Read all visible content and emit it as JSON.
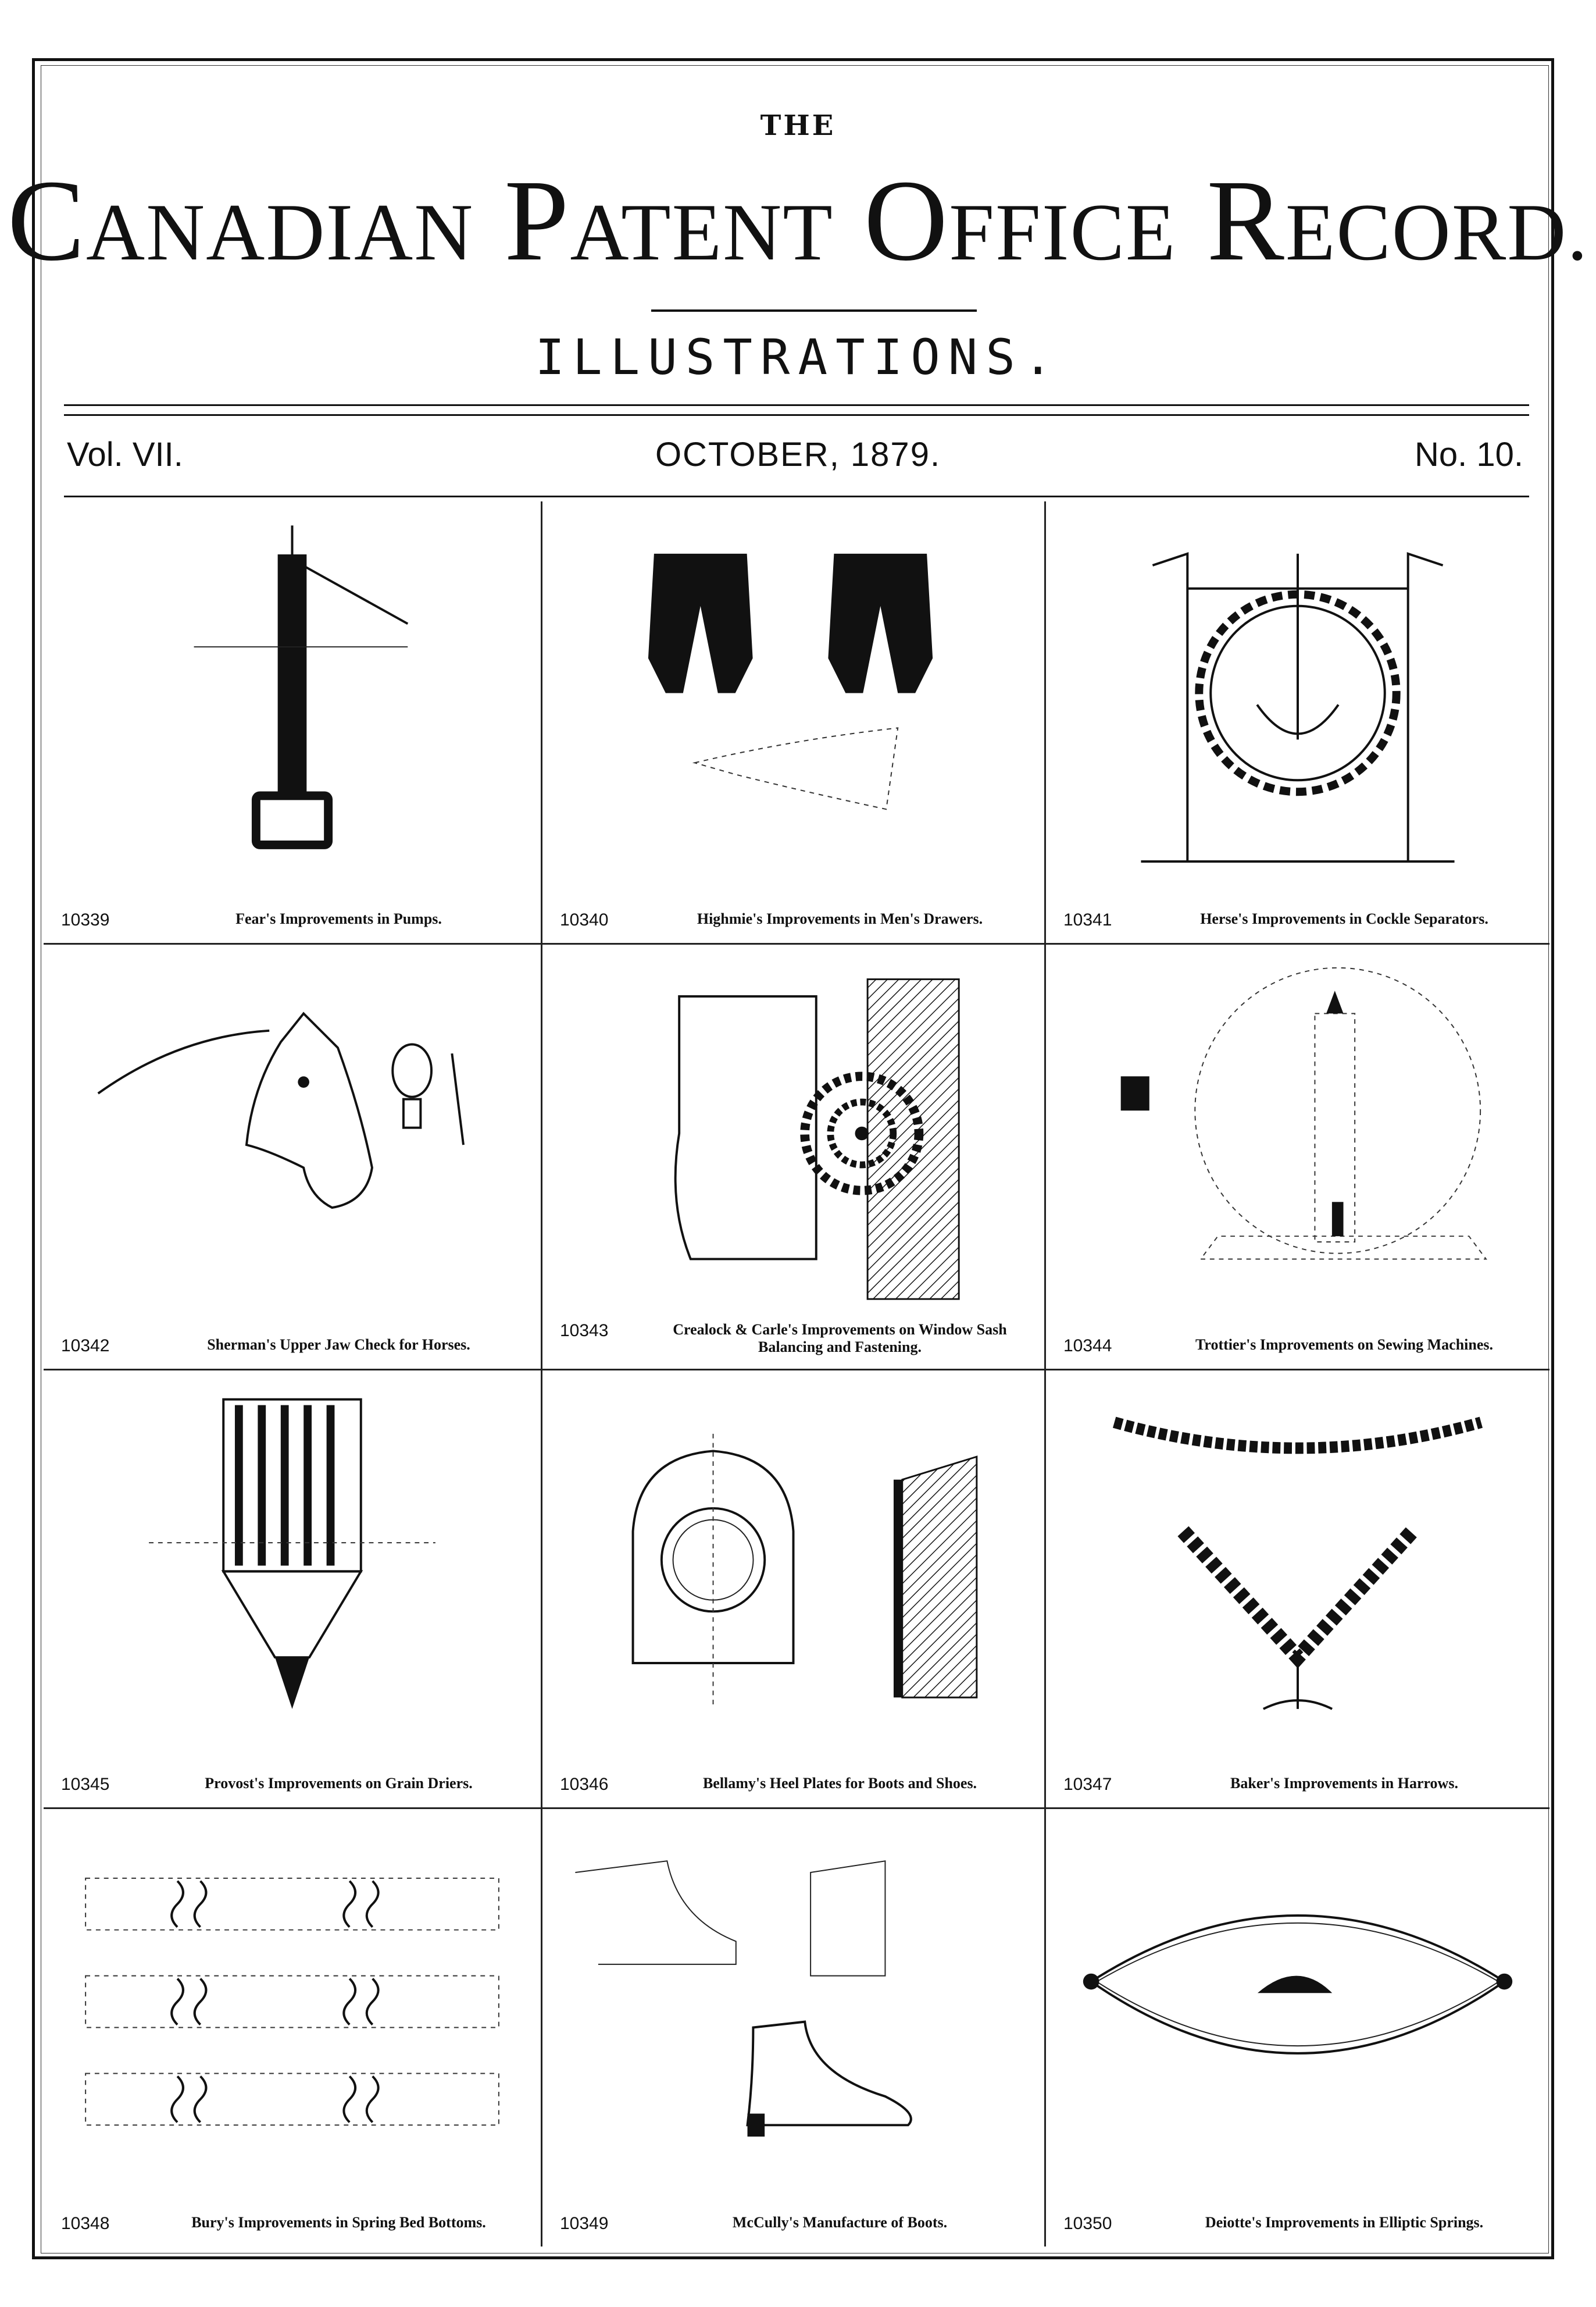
{
  "header": {
    "the": "THE",
    "title_words": [
      {
        "first": "C",
        "rest": "ANADIAN"
      },
      {
        "first": "P",
        "rest": "ATENT"
      },
      {
        "first": "O",
        "rest": "FFICE"
      },
      {
        "first": "R",
        "rest": "ECORD."
      }
    ],
    "subtitle": "ILLUSTRATIONS.",
    "volume": "Vol. VII.",
    "date": "OCTOBER, 1879.",
    "issue": "No. 10."
  },
  "figures": [
    {
      "number": "10339",
      "caption": "Fear's Improvements in Pumps."
    },
    {
      "number": "10340",
      "caption": "Highmie's Improvements in Men's Drawers."
    },
    {
      "number": "10341",
      "caption": "Herse's Improvements in Cockle Separators."
    },
    {
      "number": "10342",
      "caption": "Sherman's Upper Jaw Check for Horses."
    },
    {
      "number": "10343",
      "caption": "Crealock & Carle's Improvements on Window Sash Balancing and Fastening."
    },
    {
      "number": "10344",
      "caption": "Trottier's Improvements on Sewing Machines."
    },
    {
      "number": "10345",
      "caption": "Provost's Improvements on Grain Driers."
    },
    {
      "number": "10346",
      "caption": "Bellamy's Heel Plates for Boots and Shoes."
    },
    {
      "number": "10347",
      "caption": "Baker's Improvements in Harrows."
    },
    {
      "number": "10348",
      "caption": "Bury's Improvements in Spring Bed Bottoms."
    },
    {
      "number": "10349",
      "caption": "McCully's Manufacture of Boots."
    },
    {
      "number": "10350",
      "caption": "Deiotte's Improvements in Elliptic Springs."
    }
  ],
  "icons": [
    "pump-illustration",
    "drawers-illustration",
    "separator-illustration",
    "horse-head-illustration",
    "window-sash-illustration",
    "sewing-machine-illustration",
    "grain-drier-illustration",
    "heel-plate-illustration",
    "harrow-illustration",
    "bed-springs-illustration",
    "boot-illustration",
    "elliptic-spring-illustration"
  ]
}
